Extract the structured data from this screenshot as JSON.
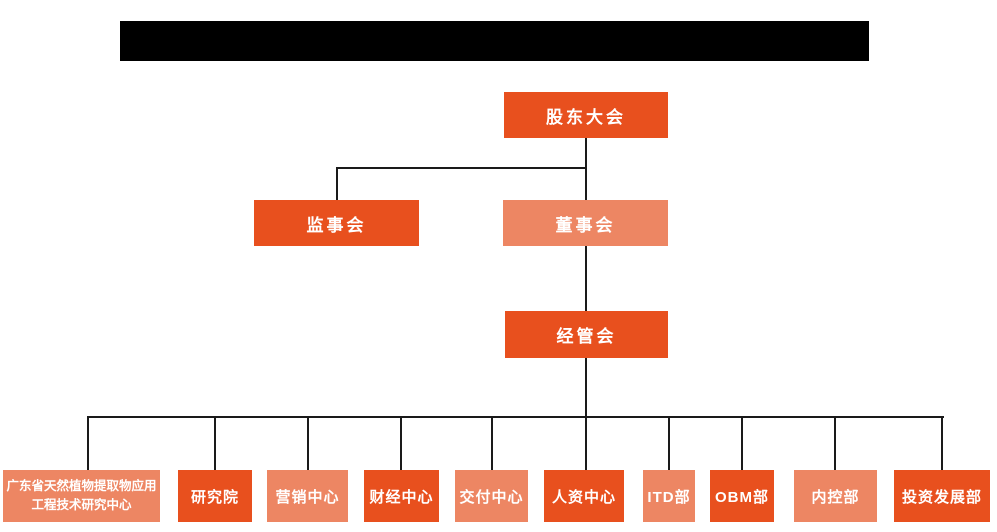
{
  "colors": {
    "box_dark_orange": "#E8501E",
    "box_light_orange": "#ED8663",
    "box_text": "#ffffff",
    "connector_line": "#1a1a1a",
    "redaction_bar": "#000000",
    "background": "#ffffff"
  },
  "org_chart": {
    "root": {
      "label": "股东大会",
      "variant": "dark"
    },
    "level2": [
      {
        "label": "监事会",
        "variant": "dark"
      },
      {
        "label": "董事会",
        "variant": "light"
      }
    ],
    "level3": {
      "label": "经管会",
      "variant": "dark"
    },
    "departments": [
      {
        "label": "广东省天然植物提取物应用工程技术研究中心",
        "variant": "light"
      },
      {
        "label": "研究院",
        "variant": "dark"
      },
      {
        "label": "营销中心",
        "variant": "light"
      },
      {
        "label": "财经中心",
        "variant": "dark"
      },
      {
        "label": "交付中心",
        "variant": "light"
      },
      {
        "label": "人资中心",
        "variant": "dark"
      },
      {
        "label": "ITD部",
        "variant": "light"
      },
      {
        "label": "OBM部",
        "variant": "dark"
      },
      {
        "label": "内控部",
        "variant": "light"
      },
      {
        "label": "投资发展部",
        "variant": "dark"
      }
    ]
  }
}
